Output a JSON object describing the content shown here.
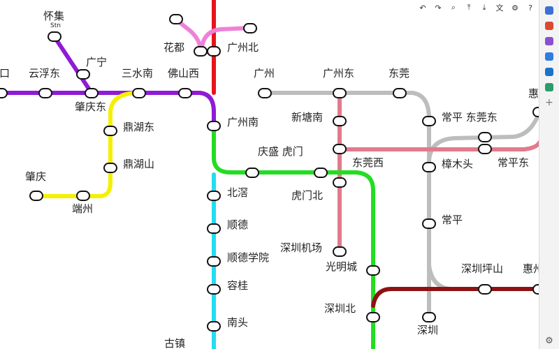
{
  "map": {
    "line_colors": {
      "red": "#e8141c",
      "purple": "#8f1ad8",
      "yellow": "#f4f000",
      "pink": "#ee82d8",
      "green": "#22dd22",
      "cyan": "#22ddf0",
      "grey": "#bdbdbd",
      "rose": "#e07a8c",
      "darkred": "#8e1212"
    },
    "stations": {
      "huaiji": "怀集",
      "huaiji_sub": "Stn",
      "guangning": "广宁",
      "jiangkou": "江口",
      "yunfudong": "云浮东",
      "zhaoqingdong": "肇庆东",
      "sanshuinan": "三水南",
      "foshanxi": "佛山西",
      "guangzhou": "广州",
      "guangzhoudong": "广州东",
      "dongguan": "东莞",
      "huadu": "花都",
      "guangzhoubei": "广州北",
      "dinghudong": "鼎湖东",
      "dinghushan": "鼎湖山",
      "zhaoqing": "肇庆",
      "duanzhou": "端州",
      "guangzhounan": "广州南",
      "xintangnan": "新塘南",
      "changping_dongguandong": "常平 东莞东",
      "huizhou_top": "惠",
      "qingsheng_humen": "庆盛 虎门",
      "dongguanxi": "东莞西",
      "zhangmutou": "樟木头",
      "changpingdong": "常平东",
      "humenbei": "虎门北",
      "beijiao": "北滘",
      "shunde": "顺德",
      "changping": "常平",
      "shundexueyuan": "顺德学院",
      "shenzhenjichang": "深圳机场",
      "guangmingcheng": "光明城",
      "ronggui": "容桂",
      "shenzhenpingshan": "深圳坪山",
      "huizhou_bottom": "惠州",
      "shenzhenbei": "深圳北",
      "nantou": "南头",
      "shenzhen": "深圳",
      "guzhen": "古镇"
    }
  },
  "toolbar": {
    "buttons": [
      {
        "name": "undo-icon",
        "glyph": "↶"
      },
      {
        "name": "redo-icon",
        "glyph": "↷"
      },
      {
        "name": "zoom-icon",
        "glyph": "⌕"
      },
      {
        "name": "upload-icon",
        "glyph": "⤒"
      },
      {
        "name": "download-icon",
        "glyph": "⤓"
      },
      {
        "name": "translate-icon",
        "glyph": "文"
      },
      {
        "name": "settings-icon",
        "glyph": "⚙"
      },
      {
        "name": "help-icon",
        "glyph": "?"
      }
    ]
  },
  "sidebar": {
    "icons": [
      {
        "name": "tag-icon",
        "color": "#3b6fd8"
      },
      {
        "name": "briefcase-icon",
        "color": "#d84a2f"
      },
      {
        "name": "person-icon",
        "color": "#8a4fd0"
      },
      {
        "name": "copilot-icon",
        "color": "#2f7de1"
      },
      {
        "name": "outlook-icon",
        "color": "#1a73c8"
      },
      {
        "name": "tree-icon",
        "color": "#2b9d6a"
      }
    ],
    "plus_glyph": "+",
    "gear_glyph": "⚙"
  }
}
